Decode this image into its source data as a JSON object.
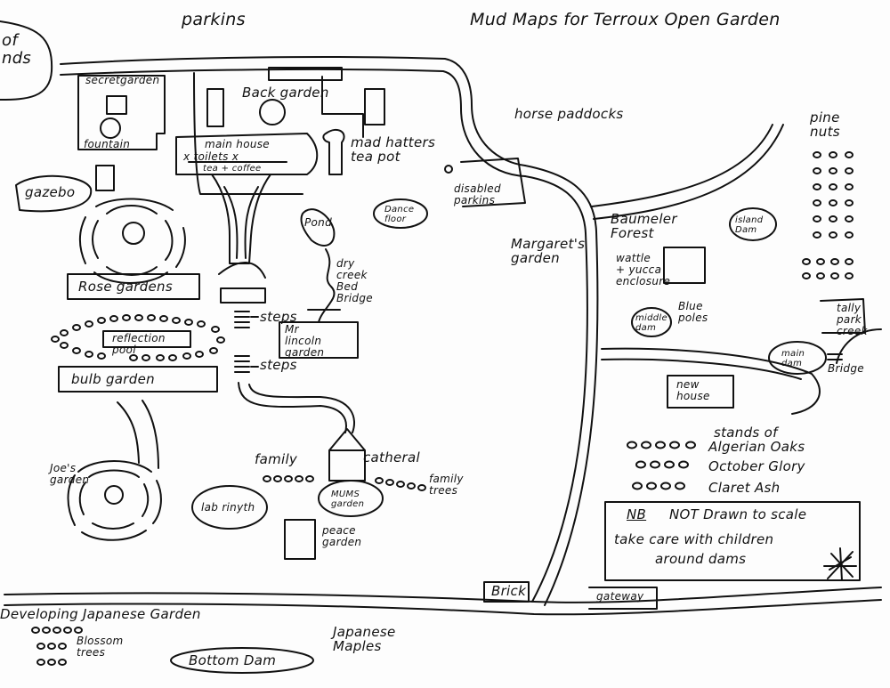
{
  "title": "Mud Maps for Terroux Open Garden",
  "corner_fragment": "of\nnds",
  "labels": {
    "parking": "parkins",
    "secret_garden": "secretgarden",
    "fountain": "fountain",
    "back_garden": "Back garden",
    "main_house": "main house",
    "toilets": "x toilets x",
    "tea_coffee": "tea + coffee",
    "mad_hatters": "mad hatters\ntea pot",
    "horse_paddocks": "horse paddocks",
    "pine_nuts": "pine\nnuts",
    "gazebo": "gazebo",
    "disabled_parking": "disabled\nparkins",
    "dance_floor": "Dance\nfloor",
    "pond": "Pond",
    "dry_creek_bridge": "dry\ncreek\nBed\nBridge",
    "margarets_garden": "Margaret's\ngarden",
    "baumeler_forest": "Baumeler\nForest",
    "island_dam": "island\nDam",
    "wattle_yucca": "wattle\n+ yucca\nenclosure",
    "rose_gardens": "Rose gardens",
    "steps_upper": "steps",
    "steps_lower": "steps",
    "reflection_pool": "reflection\npool",
    "mr_lincoln_garden": "Mr\nlincoln\ngarden",
    "blue_poles": "Blue\npoles",
    "middle_dam": "middle\ndam",
    "tally_park_creek": "tally\npark\ncreek",
    "main_dam": "main\ndam",
    "bridge": "Bridge",
    "bulb_garden": "bulb garden",
    "new_house": "new\nhouse",
    "joes_garden": "Joe's\ngarden",
    "family_trees_left": "family",
    "cathedral": "catheral",
    "family_trees_right": "family\ntrees",
    "labyrinth": "lab rinyth",
    "mums_garden": "MUMS\ngarden",
    "peace_garden": "peace\ngarden",
    "stands_of": "stands of",
    "algerian_oaks": "Algerian Oaks",
    "october_glory": "October Glory",
    "claret_ash": "Claret Ash",
    "nb": "NB",
    "not_to_scale": "NOT Drawn to scale",
    "take_care": "take care with children",
    "around_dams": "around dams",
    "brick": "Brick",
    "gateway": "gateway",
    "developing_japanese_garden": "Developing Japanese Garden",
    "blossom_trees": "Blossom\ntrees",
    "japanese_maples": "Japanese\nMaples",
    "bottom_dam": "Bottom Dam"
  },
  "colors": {
    "ink": "#111111",
    "paper": "#fdfdfd"
  }
}
